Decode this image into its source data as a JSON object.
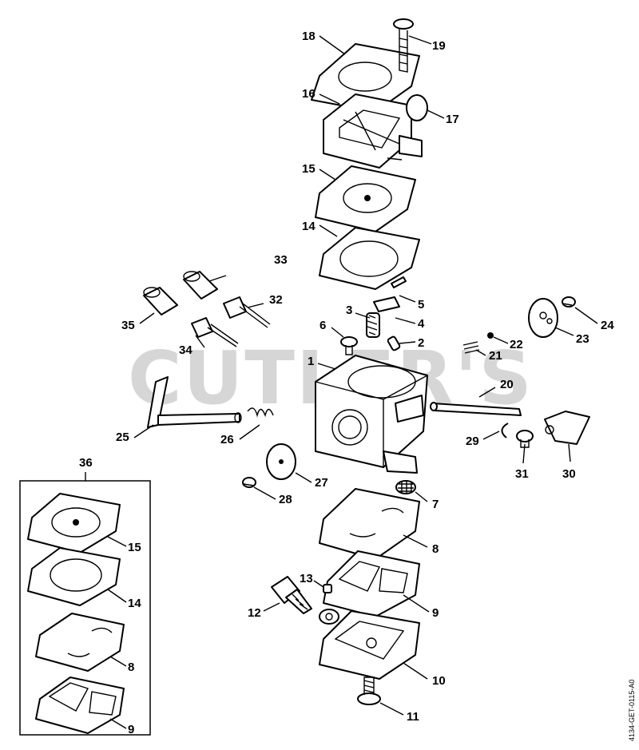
{
  "watermark": "CUTLER'S",
  "document_id": "4134-GET-0115-A0",
  "kit_box_label": "36",
  "callouts": {
    "c1": "1",
    "c2": "2",
    "c3": "3",
    "c4": "4",
    "c5": "5",
    "c6": "6",
    "c7": "7",
    "c8": "8",
    "c9": "9",
    "c10": "10",
    "c11": "11",
    "c12": "12",
    "c13": "13",
    "c14": "14",
    "c15": "15",
    "c16": "16",
    "c17": "17",
    "c18": "18",
    "c19": "19",
    "c20": "20",
    "c21": "21",
    "c22": "22",
    "c23": "23",
    "c24": "24",
    "c25": "25",
    "c26": "26",
    "c27": "27",
    "c28": "28",
    "c29": "29",
    "c30": "30",
    "c31": "31",
    "c32": "32",
    "c33": "33",
    "c34": "34",
    "c35": "35",
    "kit15": "15",
    "kit14": "14",
    "kit8": "8",
    "kit9": "9"
  }
}
